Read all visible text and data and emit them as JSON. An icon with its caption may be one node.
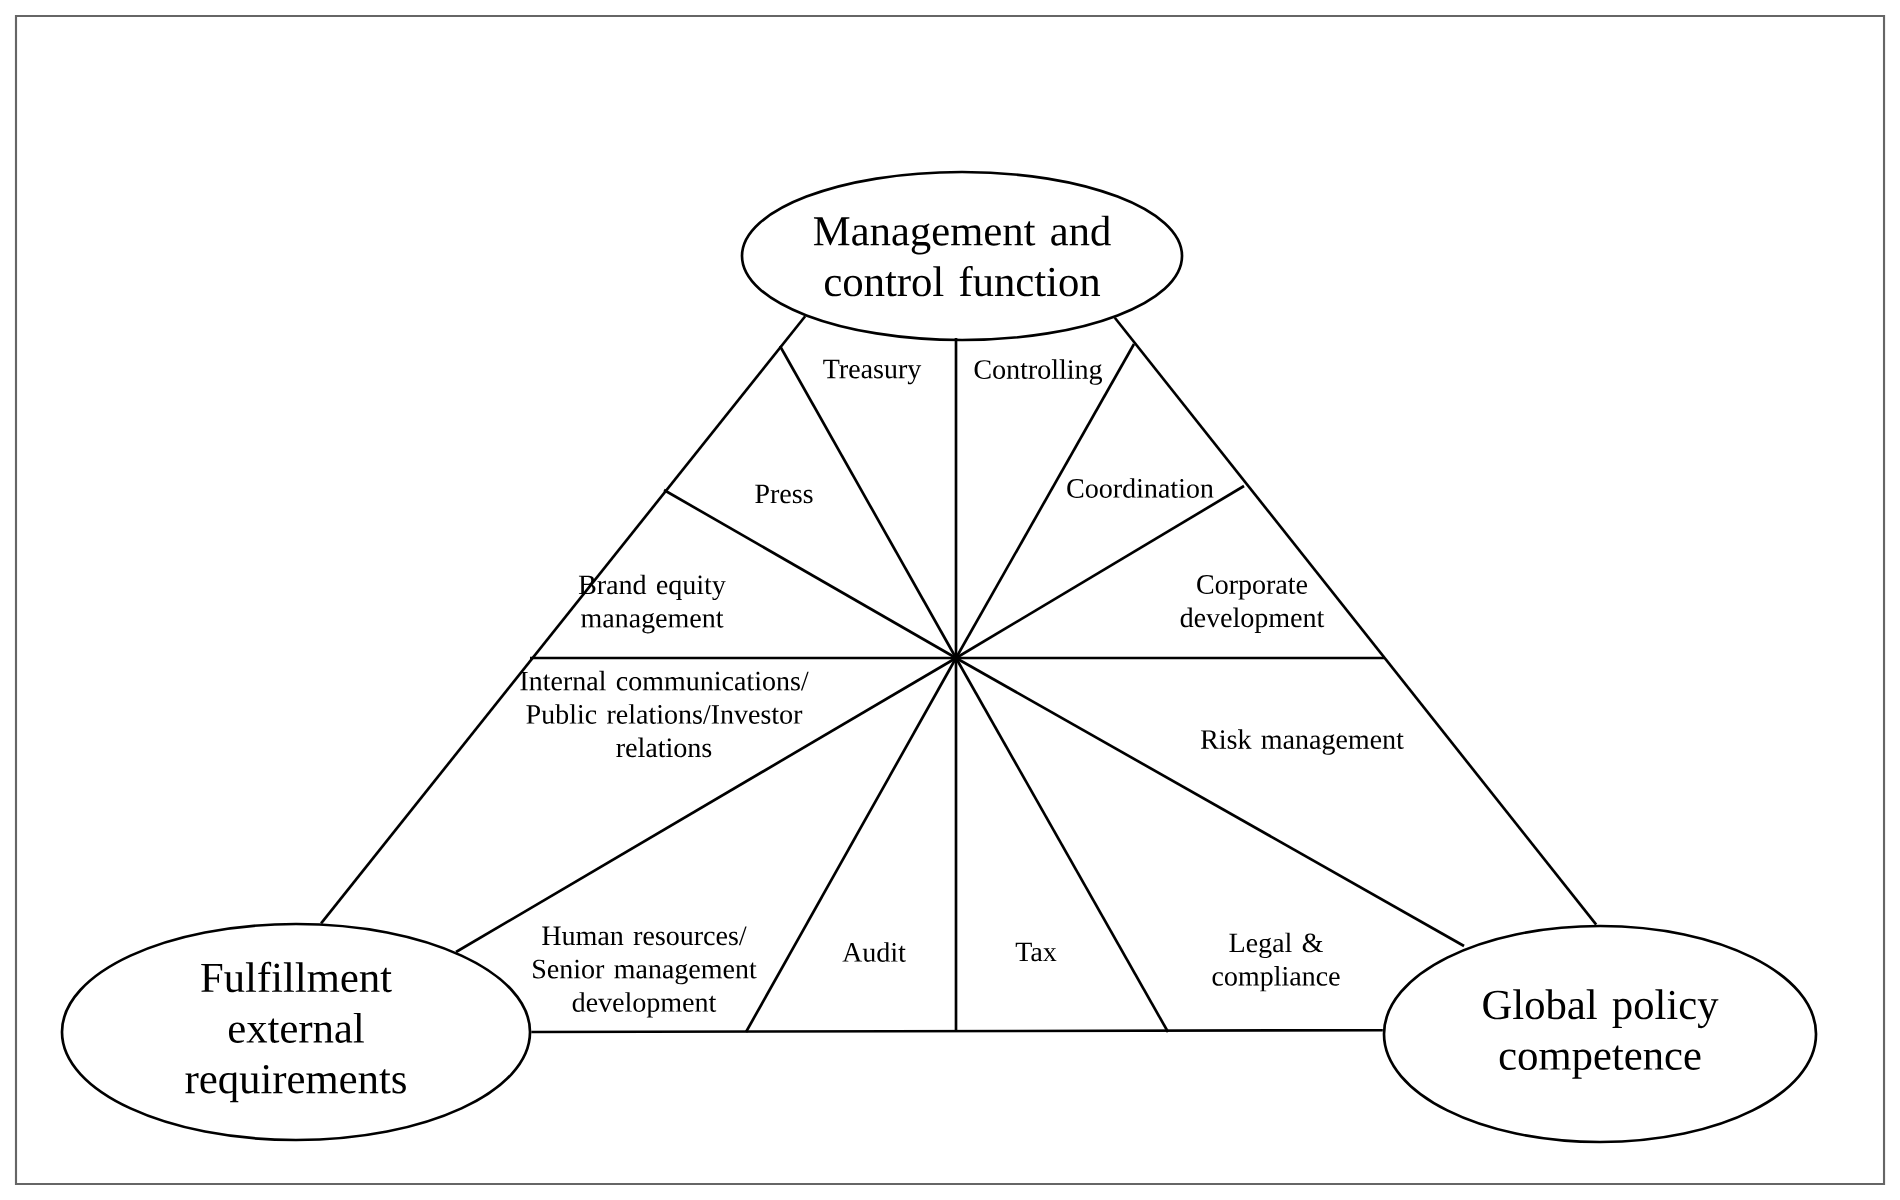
{
  "diagram": {
    "nodes": [
      {
        "text": [
          "Management and control function"
        ]
      },
      {
        "text": [
          "Fulfillment external requirements"
        ]
      },
      {
        "text": [
          "Global policy competence"
        ]
      }
    ],
    "edges": [
      {
        "from": 0,
        "to": 1,
        "arrow": "none"
      },
      {
        "from": 0,
        "to": 2,
        "arrow": "none"
      },
      {
        "from": 1,
        "to": 2,
        "arrow": "none"
      }
    ],
    "labels": [
      "Treasury",
      "Controlling",
      "Press",
      "Coordination",
      "Brand equity management",
      "Corporate development",
      "Internal communications/ Public relations/Investor relations",
      "Risk management",
      "Human resources/ Senior management development",
      "Audit",
      "Tax",
      "Legal & compliance"
    ]
  }
}
